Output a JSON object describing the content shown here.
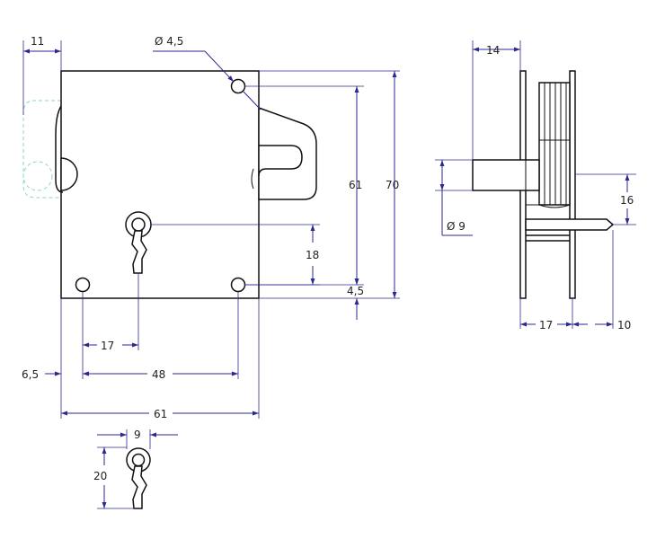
{
  "colors": {
    "outline": "#111111",
    "dimension": "#2d2a8f",
    "phantom": "#8fd6c4",
    "background": "#ffffff"
  },
  "front_view": {
    "dims": {
      "top_offset": "11",
      "hole_diameter": "Ø 4,5",
      "hole_spacing_vertical": "61",
      "overall_height": "70",
      "keyhole_height": "18",
      "bottom_offset": "4,5",
      "keyhole_from_hole": "17",
      "hole_spacing_horizontal": "48",
      "left_offset": "6,5",
      "overall_width": "61"
    }
  },
  "side_view": {
    "dims": {
      "top_offset": "14",
      "bolt_diameter": "Ø 9",
      "pin_offset": "16",
      "case_depth": "17",
      "pin_length": "10"
    }
  },
  "keyhole_detail": {
    "dims": {
      "width": "9",
      "height": "20"
    }
  }
}
